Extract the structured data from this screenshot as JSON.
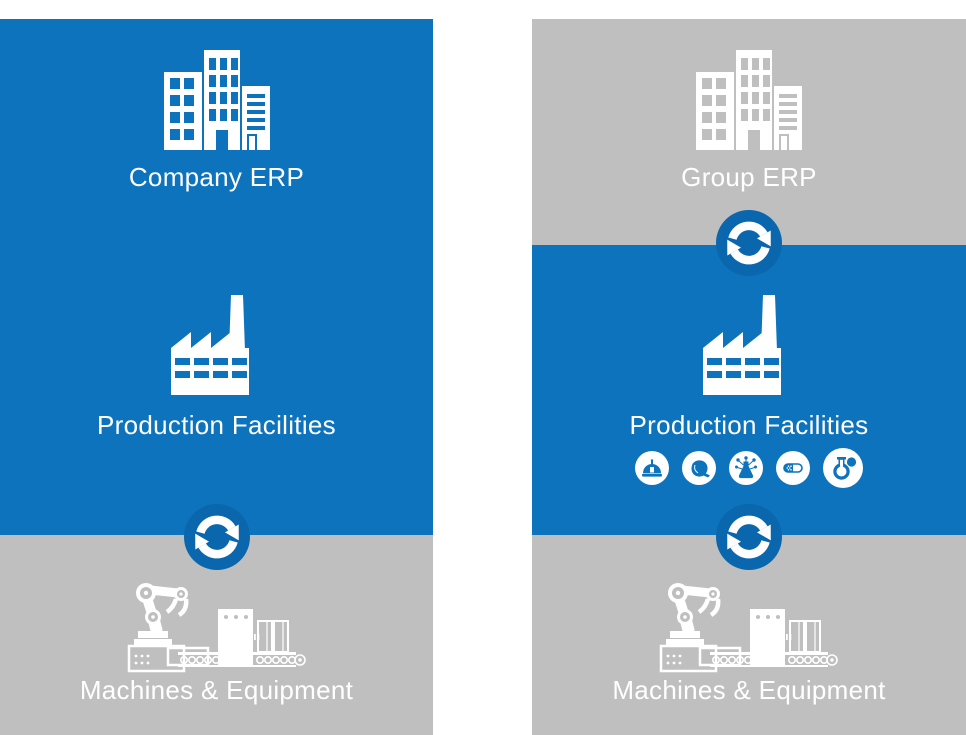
{
  "colors": {
    "panel_blue": "#0d73bc",
    "panel_gray": "#bfbfbf",
    "sync_circle_blue": "#0a66ad",
    "label_text": "#ffffff"
  },
  "left_column": {
    "erp_label": "Company ERP",
    "production_label": "Production Facilities",
    "machines_label": "Machines & Equipment"
  },
  "right_column": {
    "erp_label": "Group ERP",
    "production_label": "Production Facilities",
    "machines_label": "Machines & Equipment",
    "industry_icon_names": [
      "cloche-icon",
      "meat-icon",
      "chemistry-flask-icon",
      "capsule-icon",
      "round-flask-icon"
    ]
  },
  "icons": {
    "erp": "office-buildings-icon",
    "production": "factory-icon",
    "machines": "robotic-arm-conveyor-icon",
    "connector": "sync-arrows-icon"
  }
}
